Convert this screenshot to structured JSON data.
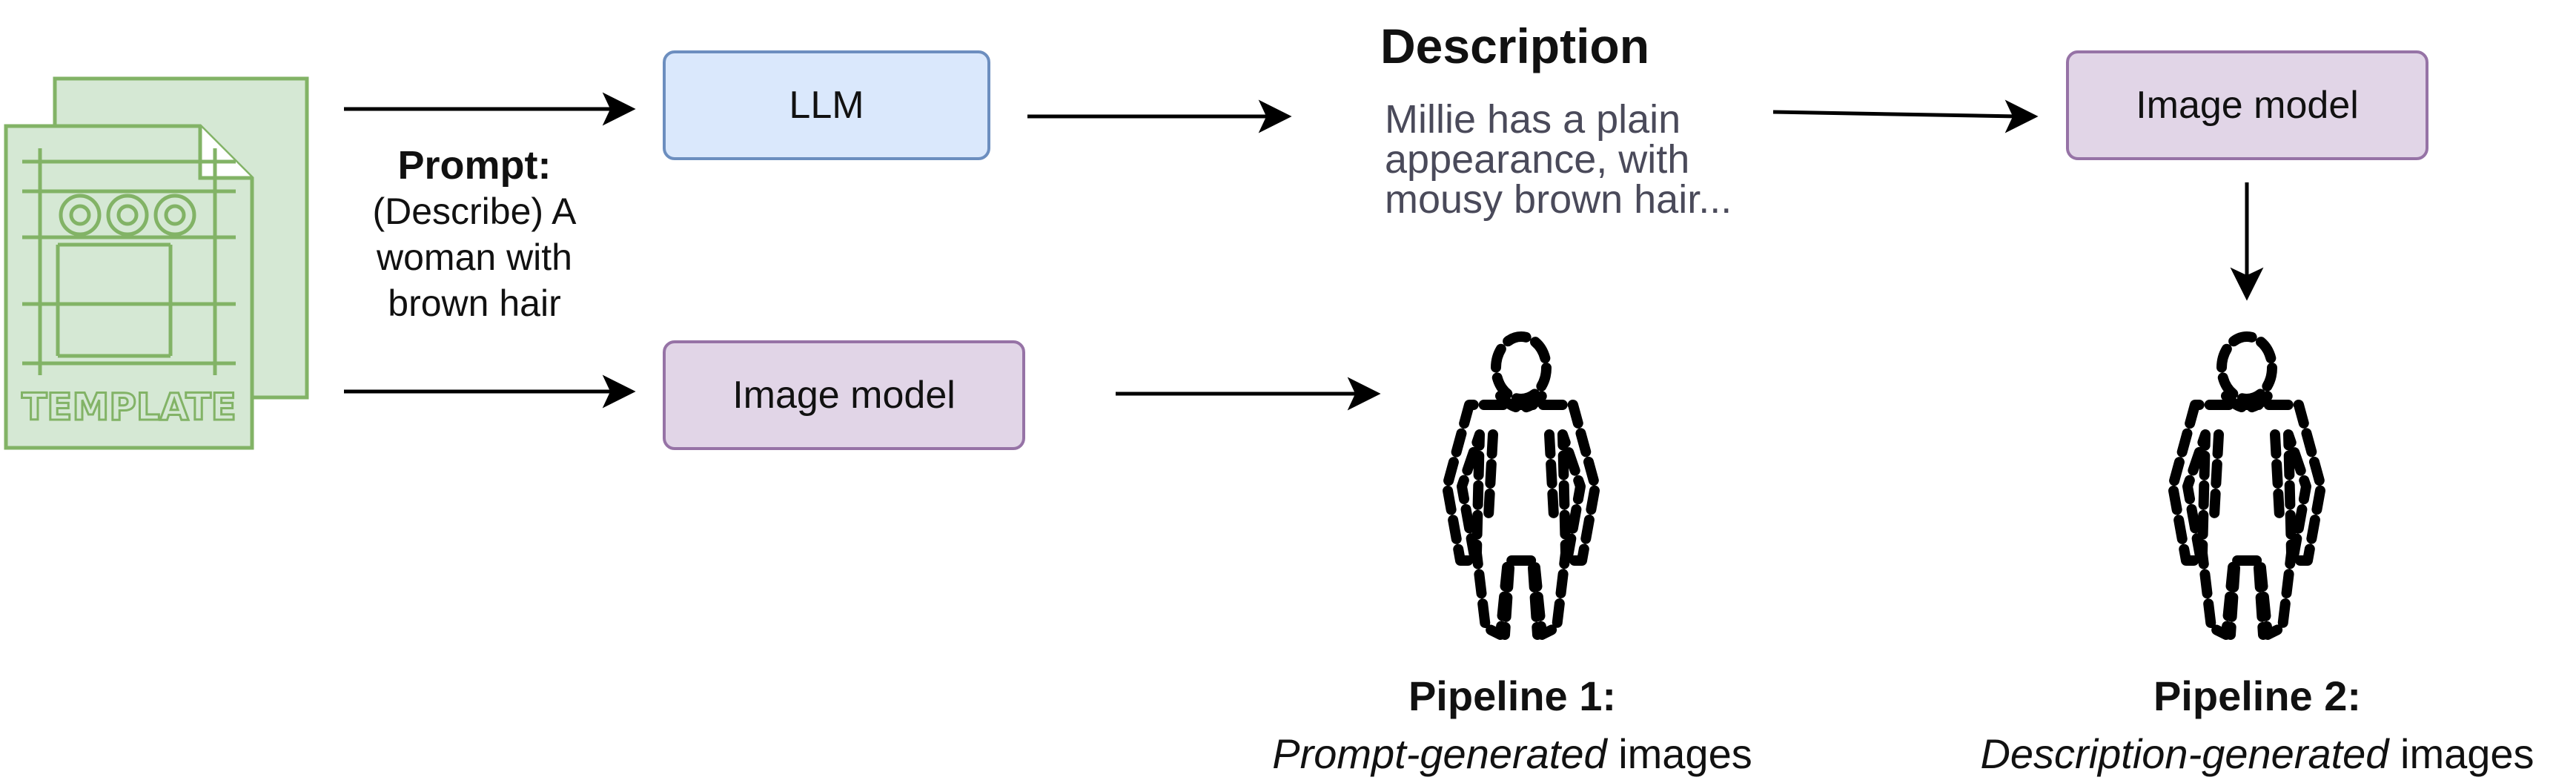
{
  "template_icon": {
    "icon": "template-document-icon",
    "label": "TEMPLATE",
    "stroke_color": "#82b366",
    "fill_color": "#d5e8d4"
  },
  "prompt": {
    "label": "Prompt:",
    "text": "(Describe) A woman with brown hair"
  },
  "boxes": {
    "llm": "LLM",
    "image_model_top": "Image model",
    "image_model_bottom": "Image model"
  },
  "description": {
    "title": "Description",
    "text": "Millie has a plain appearance, with mousy brown hair..."
  },
  "pipeline1": {
    "title": "Pipeline 1:",
    "sub_italic": "Prompt-generated",
    "sub_rest": " images",
    "icon": "woman-figure-icon"
  },
  "pipeline2": {
    "title": "Pipeline 2:",
    "sub_italic": "Description-generated",
    "sub_rest": " images",
    "icon": "woman-figure-icon"
  },
  "colors": {
    "llm_fill": "#dae8fc",
    "llm_stroke": "#6c8ebf",
    "image_model_fill": "#e1d5e7",
    "image_model_stroke": "#9673a6",
    "arrow": "#000000",
    "description_text": "#4a4a5a"
  }
}
